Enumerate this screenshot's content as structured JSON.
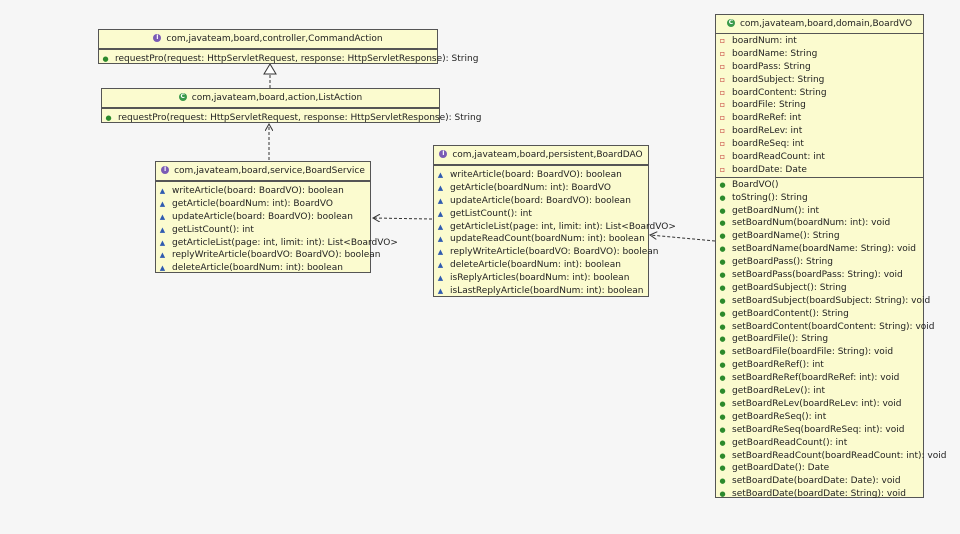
{
  "command_action": {
    "title": "com,javateam,board,controller,CommandAction",
    "kind": "interface",
    "methods": [
      {
        "vis": "public",
        "text": "requestPro(request: HttpServletRequest, response: HttpServletResponse): String"
      }
    ]
  },
  "list_action": {
    "title": "com,javateam,board,action,ListAction",
    "kind": "class",
    "methods": [
      {
        "vis": "public",
        "text": "requestPro(request: HttpServletRequest, response: HttpServletResponse): String"
      }
    ]
  },
  "board_service": {
    "title": "com,javateam,board,service,BoardService",
    "kind": "interface",
    "methods": [
      {
        "vis": "package",
        "text": "writeArticle(board: BoardVO): boolean"
      },
      {
        "vis": "package",
        "text": "getArticle(boardNum: int): BoardVO"
      },
      {
        "vis": "package",
        "text": "updateArticle(board: BoardVO): boolean"
      },
      {
        "vis": "package",
        "text": "getListCount(): int"
      },
      {
        "vis": "package",
        "text": "getArticleList(page: int, limit: int): List<BoardVO>"
      },
      {
        "vis": "package",
        "text": "replyWriteArticle(boardVO: BoardVO): boolean"
      },
      {
        "vis": "package",
        "text": "deleteArticle(boardNum: int): boolean"
      }
    ]
  },
  "board_dao": {
    "title": "com,javateam,board,persistent,BoardDAO",
    "kind": "interface",
    "methods": [
      {
        "vis": "package",
        "text": "writeArticle(board: BoardVO): boolean"
      },
      {
        "vis": "package",
        "text": "getArticle(boardNum: int): BoardVO"
      },
      {
        "vis": "package",
        "text": "updateArticle(board: BoardVO): boolean"
      },
      {
        "vis": "package",
        "text": "getListCount(): int"
      },
      {
        "vis": "package",
        "text": "getArticleList(page: int, limit: int): List<BoardVO>"
      },
      {
        "vis": "package",
        "text": "updateReadCount(boardNum: int): boolean"
      },
      {
        "vis": "package",
        "text": "replyWriteArticle(boardVO: BoardVO): boolean"
      },
      {
        "vis": "package",
        "text": "deleteArticle(boardNum: int): boolean"
      },
      {
        "vis": "package",
        "text": "isReplyArticles(boardNum: int): boolean"
      },
      {
        "vis": "package",
        "text": "isLastReplyArticle(boardNum: int): boolean"
      }
    ]
  },
  "board_vo": {
    "title": "com,javateam,board,domain,BoardVO",
    "kind": "class",
    "fields": [
      {
        "vis": "private",
        "text": "boardNum: int"
      },
      {
        "vis": "private",
        "text": "boardName: String"
      },
      {
        "vis": "private",
        "text": "boardPass: String"
      },
      {
        "vis": "private",
        "text": "boardSubject: String"
      },
      {
        "vis": "private",
        "text": "boardContent: String"
      },
      {
        "vis": "private",
        "text": "boardFile: String"
      },
      {
        "vis": "private",
        "text": "boardReRef: int"
      },
      {
        "vis": "private",
        "text": "boardReLev: int"
      },
      {
        "vis": "private",
        "text": "boardReSeq: int"
      },
      {
        "vis": "private",
        "text": "boardReadCount: int"
      },
      {
        "vis": "private",
        "text": "boardDate: Date"
      }
    ],
    "methods": [
      {
        "vis": "public",
        "text": "BoardVO()"
      },
      {
        "vis": "public",
        "text": "toString(): String"
      },
      {
        "vis": "public",
        "text": "getBoardNum(): int"
      },
      {
        "vis": "public",
        "text": "setBoardNum(boardNum: int): void"
      },
      {
        "vis": "public",
        "text": "getBoardName(): String"
      },
      {
        "vis": "public",
        "text": "setBoardName(boardName: String): void"
      },
      {
        "vis": "public",
        "text": "getBoardPass(): String"
      },
      {
        "vis": "public",
        "text": "setBoardPass(boardPass: String): void"
      },
      {
        "vis": "public",
        "text": "getBoardSubject(): String"
      },
      {
        "vis": "public",
        "text": "setBoardSubject(boardSubject: String): void"
      },
      {
        "vis": "public",
        "text": "getBoardContent(): String"
      },
      {
        "vis": "public",
        "text": "setBoardContent(boardContent: String): void"
      },
      {
        "vis": "public",
        "text": "getBoardFile(): String"
      },
      {
        "vis": "public",
        "text": "setBoardFile(boardFile: String): void"
      },
      {
        "vis": "public",
        "text": "getBoardReRef(): int"
      },
      {
        "vis": "public",
        "text": "setBoardReRef(boardReRef: int): void"
      },
      {
        "vis": "public",
        "text": "getBoardReLev(): int"
      },
      {
        "vis": "public",
        "text": "setBoardReLev(boardReLev: int): void"
      },
      {
        "vis": "public",
        "text": "getBoardReSeq(): int"
      },
      {
        "vis": "public",
        "text": "setBoardReSeq(boardReSeq: int): void"
      },
      {
        "vis": "public",
        "text": "getBoardReadCount(): int"
      },
      {
        "vis": "public",
        "text": "setBoardReadCount(boardReadCount: int): void"
      },
      {
        "vis": "public",
        "text": "getBoardDate(): Date"
      },
      {
        "vis": "public",
        "text": "setBoardDate(boardDate: Date): void"
      },
      {
        "vis": "public",
        "text": "setBoardDate(boardDate: String): void"
      }
    ]
  },
  "relations": [
    {
      "from": "list_action",
      "to": "command_action",
      "type": "realization"
    },
    {
      "from": "board_service",
      "to": "list_action",
      "type": "dependency"
    },
    {
      "from": "board_dao",
      "to": "board_service",
      "type": "dependency"
    },
    {
      "from": "board_vo",
      "to": "board_dao",
      "type": "dependency"
    }
  ],
  "colors": {
    "class_fill": "#fbfbcf",
    "interface_badge": "#7a5bb5",
    "class_badge": "#3a9a4a",
    "public_marker": "#2c8a2c",
    "package_marker": "#2f5bb0",
    "private_marker": "#c03030"
  }
}
